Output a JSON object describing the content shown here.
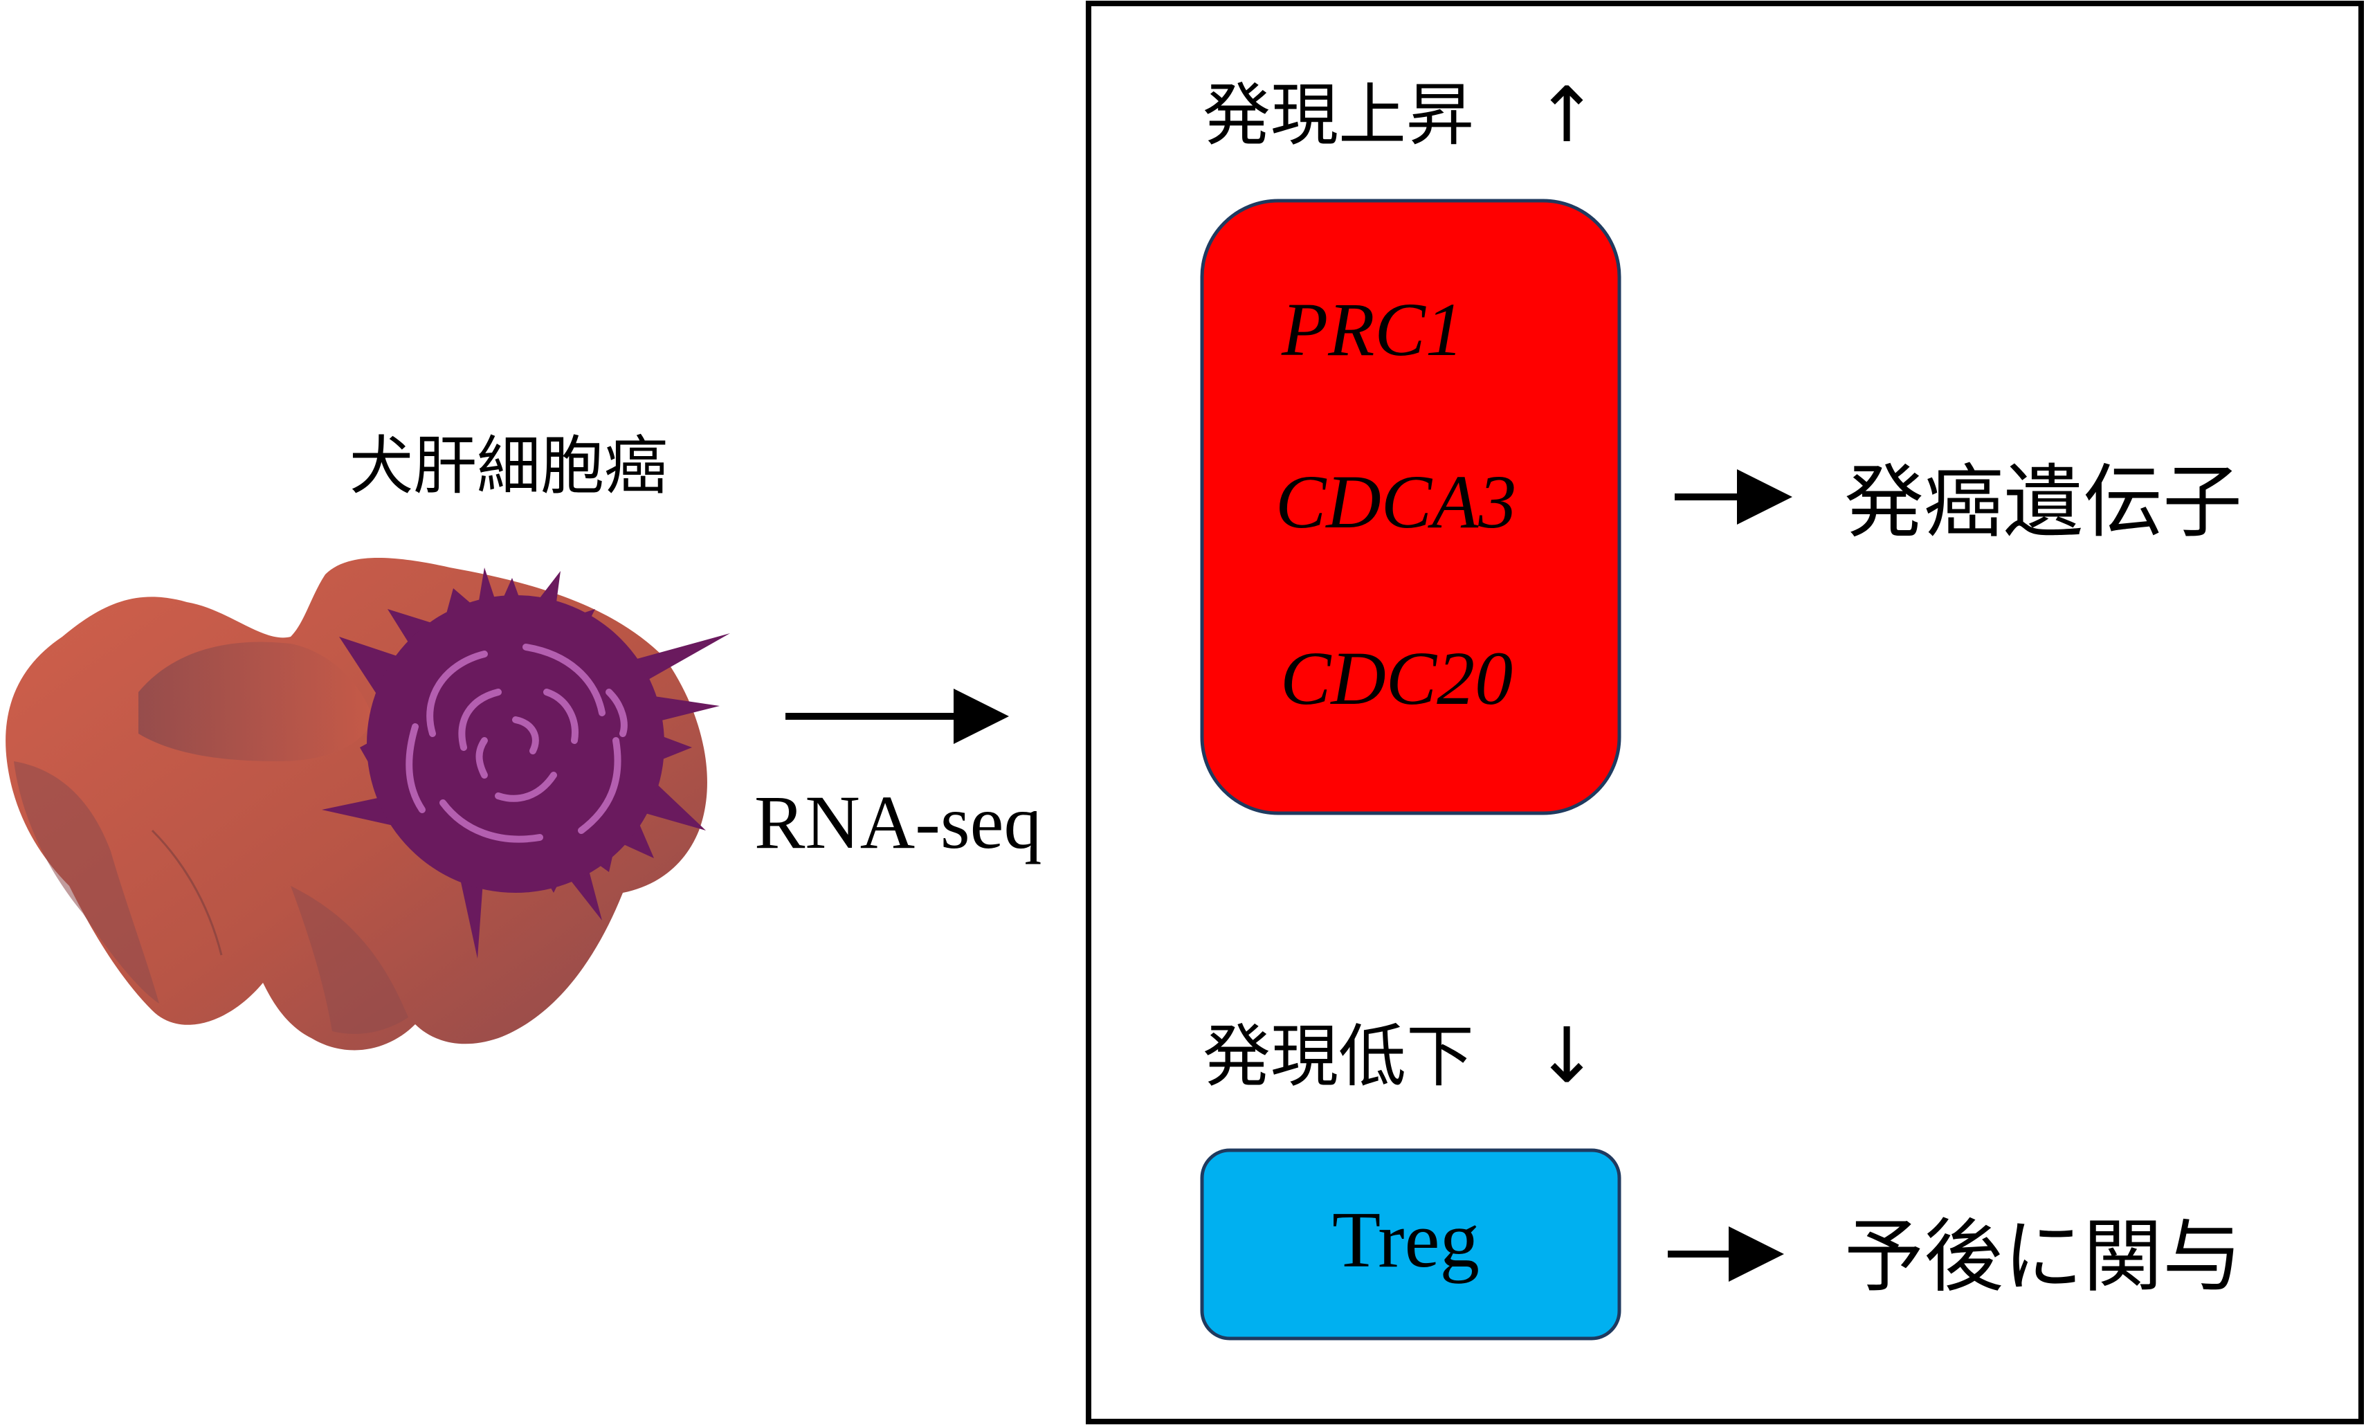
{
  "source": {
    "label": "犬肝細胞癌"
  },
  "method": {
    "label": "RNA-seq"
  },
  "upregulated": {
    "heading": "発現上昇",
    "arrow_glyph": "↑",
    "genes": [
      "PRC1",
      "CDCA3",
      "CDC20"
    ],
    "box_color": "#FF0000",
    "result": "発癌遺伝子"
  },
  "downregulated": {
    "heading": "発現低下",
    "arrow_glyph": "↓",
    "item": "Treg",
    "box_color": "#00B0F0",
    "result": "予後に関与"
  },
  "colors": {
    "liver_light": "#C65A48",
    "liver_dark": "#8E4A4C",
    "tumor": "#6A1A5E",
    "tumor_swirl": "#B45FB0",
    "box_border": "#1F3A5F"
  }
}
